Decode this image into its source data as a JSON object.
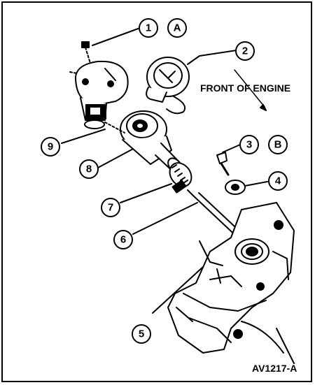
{
  "callouts": [
    {
      "id": "1",
      "text": "1"
    },
    {
      "id": "2",
      "text": "2"
    },
    {
      "id": "3",
      "text": "3"
    },
    {
      "id": "4",
      "text": "4"
    },
    {
      "id": "5",
      "text": "5"
    },
    {
      "id": "6",
      "text": "6"
    },
    {
      "id": "7",
      "text": "7"
    },
    {
      "id": "8",
      "text": "8"
    },
    {
      "id": "9",
      "text": "9"
    }
  ],
  "detail_keys": [
    {
      "id": "A",
      "text": "A"
    },
    {
      "id": "B",
      "text": "B"
    }
  ],
  "note": "FRONT OF ENGINE",
  "figure_id": "AV1217-A"
}
